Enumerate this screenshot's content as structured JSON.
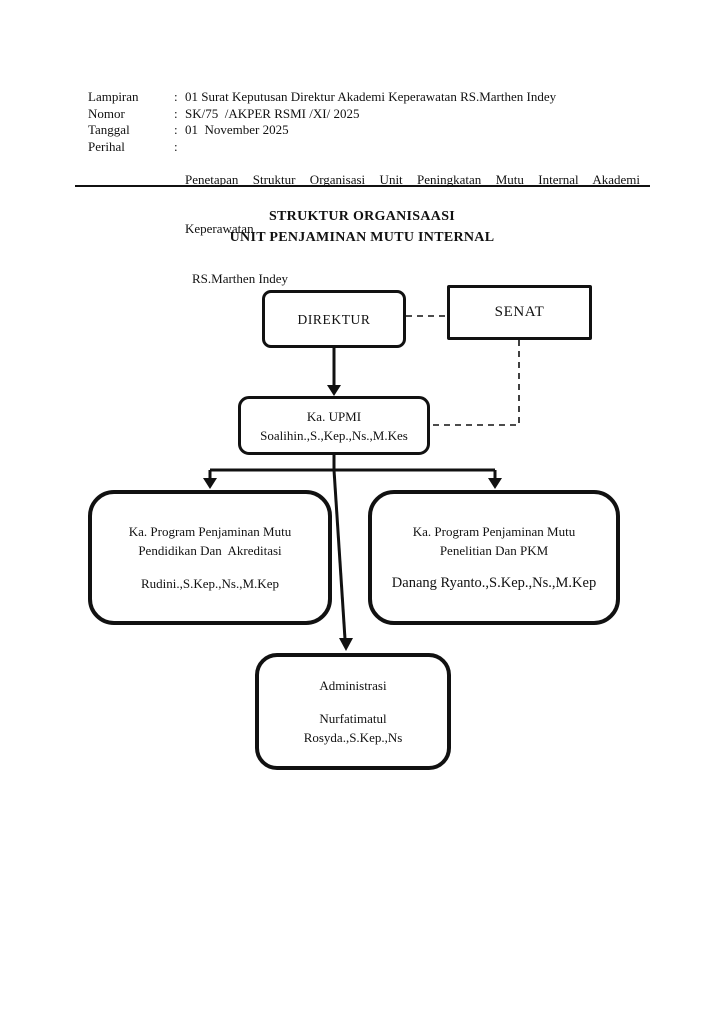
{
  "header": {
    "colon": ":",
    "rows": [
      {
        "label": "Lampiran",
        "value": "01 Surat Keputusan Direktur Akademi Keperawatan RS.Marthen Indey"
      },
      {
        "label": "Nomor",
        "value": "SK/75  /AKPER RSMI /XI/ 2025"
      },
      {
        "label": "Tanggal",
        "value": "01  November 2025"
      }
    ],
    "perihal": {
      "label": "Perihal",
      "line1": "Penetapan Struktur Organisasi Unit Peningkatan Mutu Internal Akademi",
      "line2": "Keperawatan",
      "line3": "RS.Marthen Indey"
    }
  },
  "title": {
    "line1": "STRUKTUR ORGANISAASI",
    "line2": "UNIT PENJAMINAN MUTU INTERNAL"
  },
  "org_chart": {
    "direktur": "DIREKTUR",
    "senat": "SENAT",
    "ka_upmi": {
      "title": "Ka. UPMI",
      "name": "Soalihin.,S.,Kep.,Ns.,M.Kes"
    },
    "program_left": {
      "line1": "Ka. Program Penjaminan Mutu",
      "line2": "Pendidikan Dan  Akreditasi",
      "name": "Rudini.,S.Kep.,Ns.,M.Kep"
    },
    "program_right": {
      "line1": "Ka. Program Penjaminan Mutu",
      "line2": "Penelitian Dan PKM",
      "name": "Danang Ryanto.,S.Kep.,Ns.,M.Kep"
    },
    "administrasi": {
      "title": "Administrasi",
      "name1": "Nurfatimatul",
      "name2": "Rosyda.,S.Kep.,Ns"
    }
  },
  "colors": {
    "ink": "#111111",
    "background": "#ffffff"
  }
}
